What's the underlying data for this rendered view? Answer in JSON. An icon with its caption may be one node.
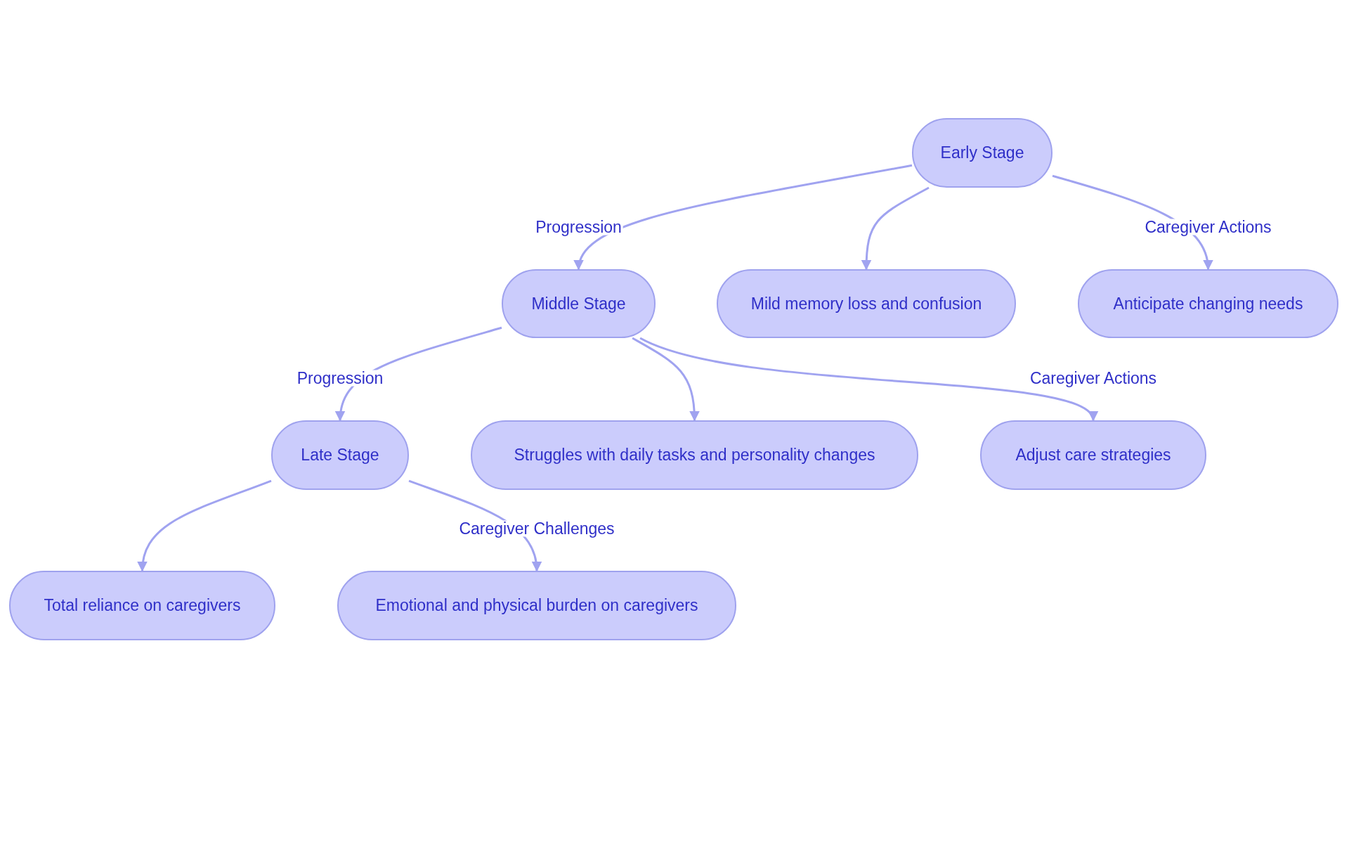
{
  "diagram": {
    "nodes": [
      {
        "text": [
          "Early Stage"
        ]
      },
      {
        "text": [
          "Middle Stage"
        ]
      },
      {
        "text": [
          "Mild memory loss and confusion"
        ]
      },
      {
        "text": [
          "Anticipate changing needs"
        ]
      },
      {
        "text": [
          "Late Stage"
        ]
      },
      {
        "text": [
          "Struggles with daily tasks and personality changes"
        ]
      },
      {
        "text": [
          "Adjust care strategies"
        ]
      },
      {
        "text": [
          "Total reliance on caregivers"
        ]
      },
      {
        "text": [
          "Emotional and physical burden on caregivers"
        ]
      }
    ],
    "edges": [
      {
        "from": 0,
        "to": 1,
        "arrow": "to",
        "label": "Progression"
      },
      {
        "from": 0,
        "to": 2,
        "arrow": "to"
      },
      {
        "from": 0,
        "to": 3,
        "arrow": "to",
        "label": "Caregiver Actions"
      },
      {
        "from": 1,
        "to": 4,
        "arrow": "to",
        "label": "Progression"
      },
      {
        "from": 1,
        "to": 5,
        "arrow": "to"
      },
      {
        "from": 1,
        "to": 6,
        "arrow": "to",
        "label": "Caregiver Actions"
      },
      {
        "from": 4,
        "to": 7,
        "arrow": "to"
      },
      {
        "from": 4,
        "to": 8,
        "arrow": "to",
        "label": "Caregiver Challenges"
      }
    ]
  }
}
